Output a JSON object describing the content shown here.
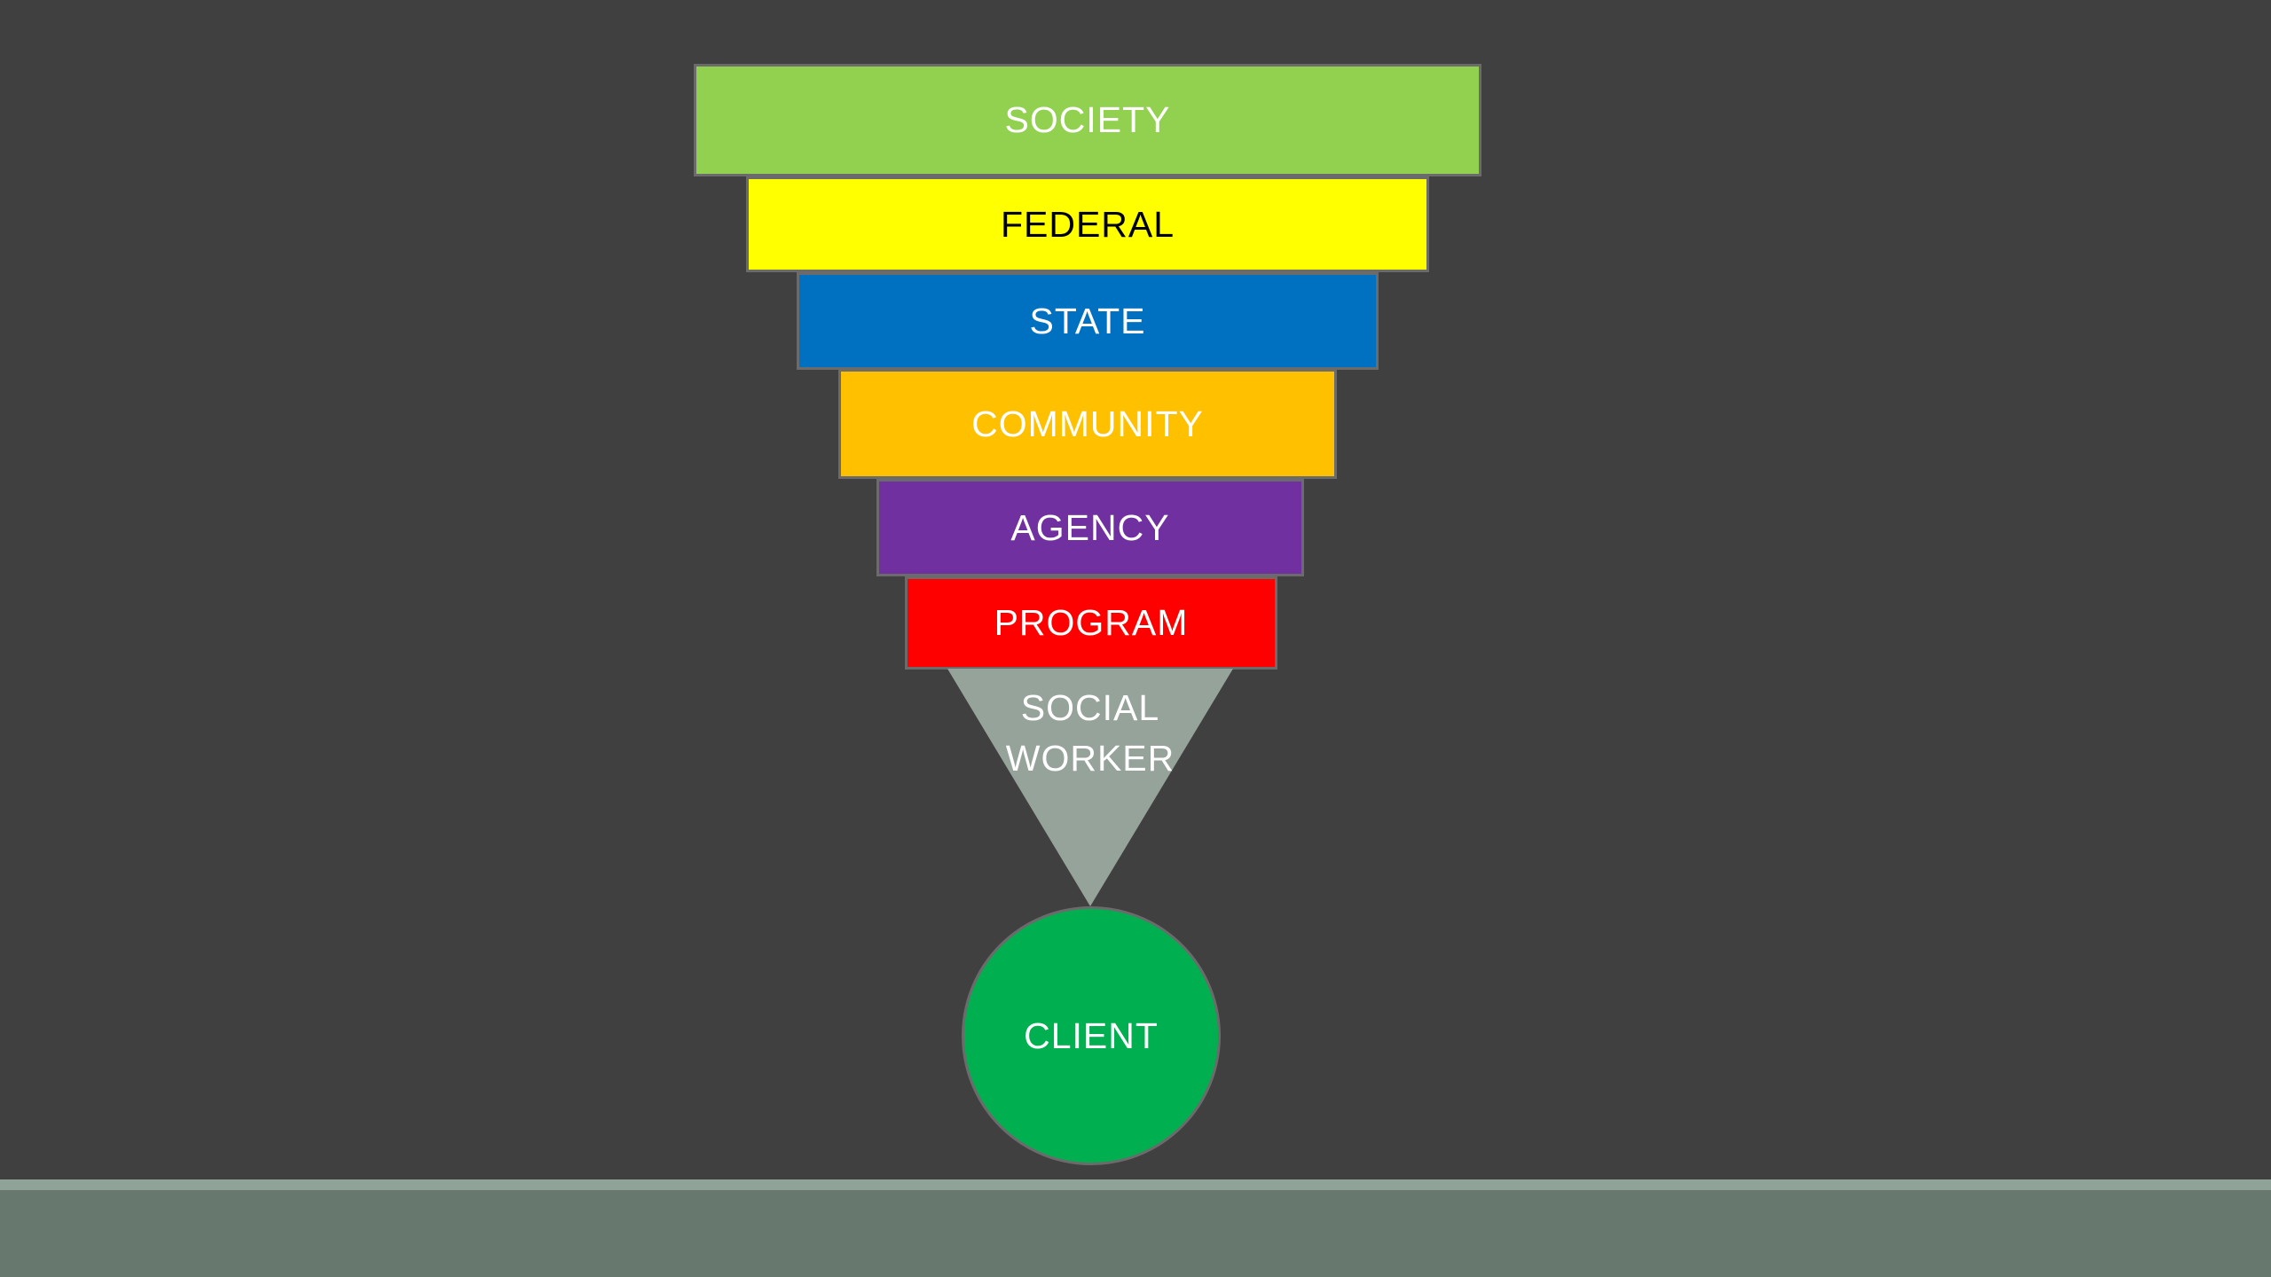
{
  "layers": [
    {
      "label": "SOCIETY",
      "color": "#92d050",
      "text_color": "#ffffff"
    },
    {
      "label": "FEDERAL",
      "color": "#ffff00",
      "text_color": "#000000"
    },
    {
      "label": "STATE",
      "color": "#0070c0",
      "text_color": "#ffffff"
    },
    {
      "label": "COMMUNITY",
      "color": "#ffc000",
      "text_color": "#ffffff"
    },
    {
      "label": "AGENCY",
      "color": "#7030a0",
      "text_color": "#ffffff"
    },
    {
      "label": "PROGRAM",
      "color": "#ff0000",
      "text_color": "#ffffff"
    }
  ],
  "social_worker": {
    "line1": "SOCIAL",
    "line2": "WORKER",
    "color": "#95a39a"
  },
  "client": {
    "label": "CLIENT",
    "color": "#00b050"
  },
  "floor": {
    "line_color": "#8fa398",
    "color": "#67786e"
  }
}
